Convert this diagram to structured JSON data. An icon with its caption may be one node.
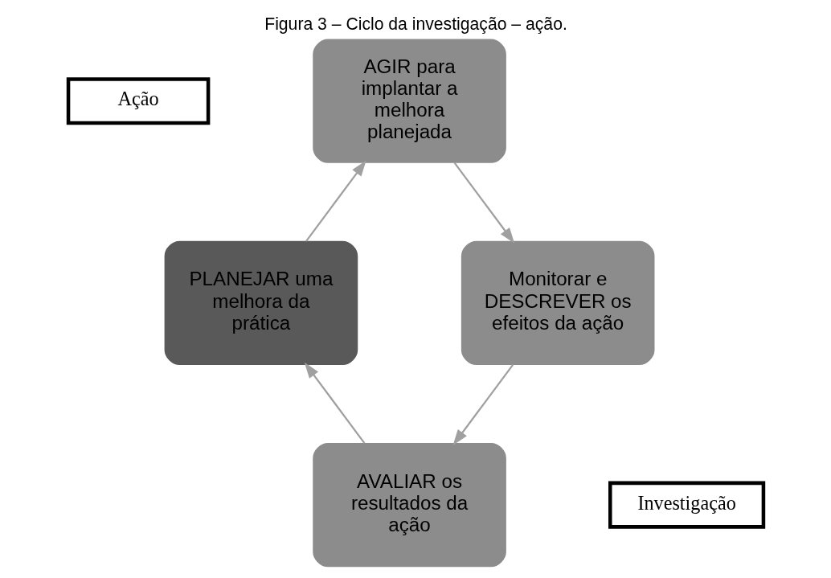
{
  "diagram": {
    "title": "Figura 3 – Ciclo da investigação – ação.",
    "nodes": [
      {
        "text": [
          "AGIR para implantar a melhora planejada"
        ]
      },
      {
        "text": [
          "Monitorar e DESCREVER os efeitos da ação"
        ]
      },
      {
        "text": [
          "AVALIAR os resultados da ação"
        ]
      },
      {
        "text": [
          "PLANEJAR uma melhora da prática"
        ]
      },
      {
        "text": [
          "Ação"
        ]
      },
      {
        "text": [
          "Investigação"
        ]
      }
    ],
    "edges": [
      {
        "from": 0,
        "to": 1,
        "arrow": "to"
      },
      {
        "from": 1,
        "to": 2,
        "arrow": "to"
      },
      {
        "from": 2,
        "to": 3,
        "arrow": "to"
      },
      {
        "from": 3,
        "to": 0,
        "arrow": "to"
      }
    ]
  }
}
